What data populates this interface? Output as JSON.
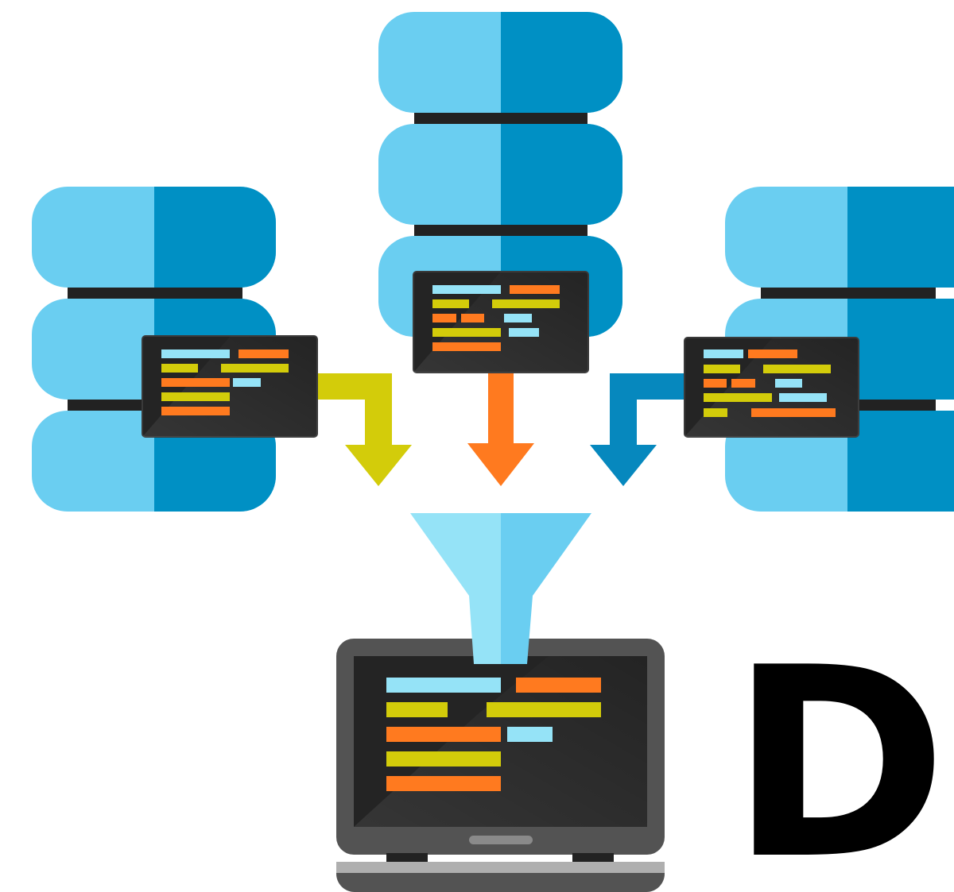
{
  "diagram": {
    "headline_text": "DI",
    "colors": {
      "db_light": "#6ACEF1",
      "db_dark": "#0090C4",
      "db_connector": "#222222",
      "screen_bg": "#242424",
      "screen_border": "#3A3A3A",
      "code_blue": "#95E3F7",
      "code_orange": "#FF7A1F",
      "code_yellow": "#D3CC0A",
      "arrow_left": "#D3CC0A",
      "arrow_center": "#FF7A1F",
      "arrow_right": "#0688BE",
      "funnel_light": "#95E3F7",
      "funnel_dark": "#6ACEF1",
      "laptop_frame": "#535353",
      "laptop_base": "#AFAFAF",
      "laptop_trackpad": "#8A8A8A",
      "text": "#000000"
    },
    "icons": {
      "databases": [
        "database-icon-left",
        "database-icon-center",
        "database-icon-right"
      ],
      "arrows": [
        "arrow-down-left-icon",
        "arrow-down-center-icon",
        "arrow-down-right-icon"
      ],
      "funnel": "funnel-icon",
      "laptop": "laptop-icon"
    }
  }
}
